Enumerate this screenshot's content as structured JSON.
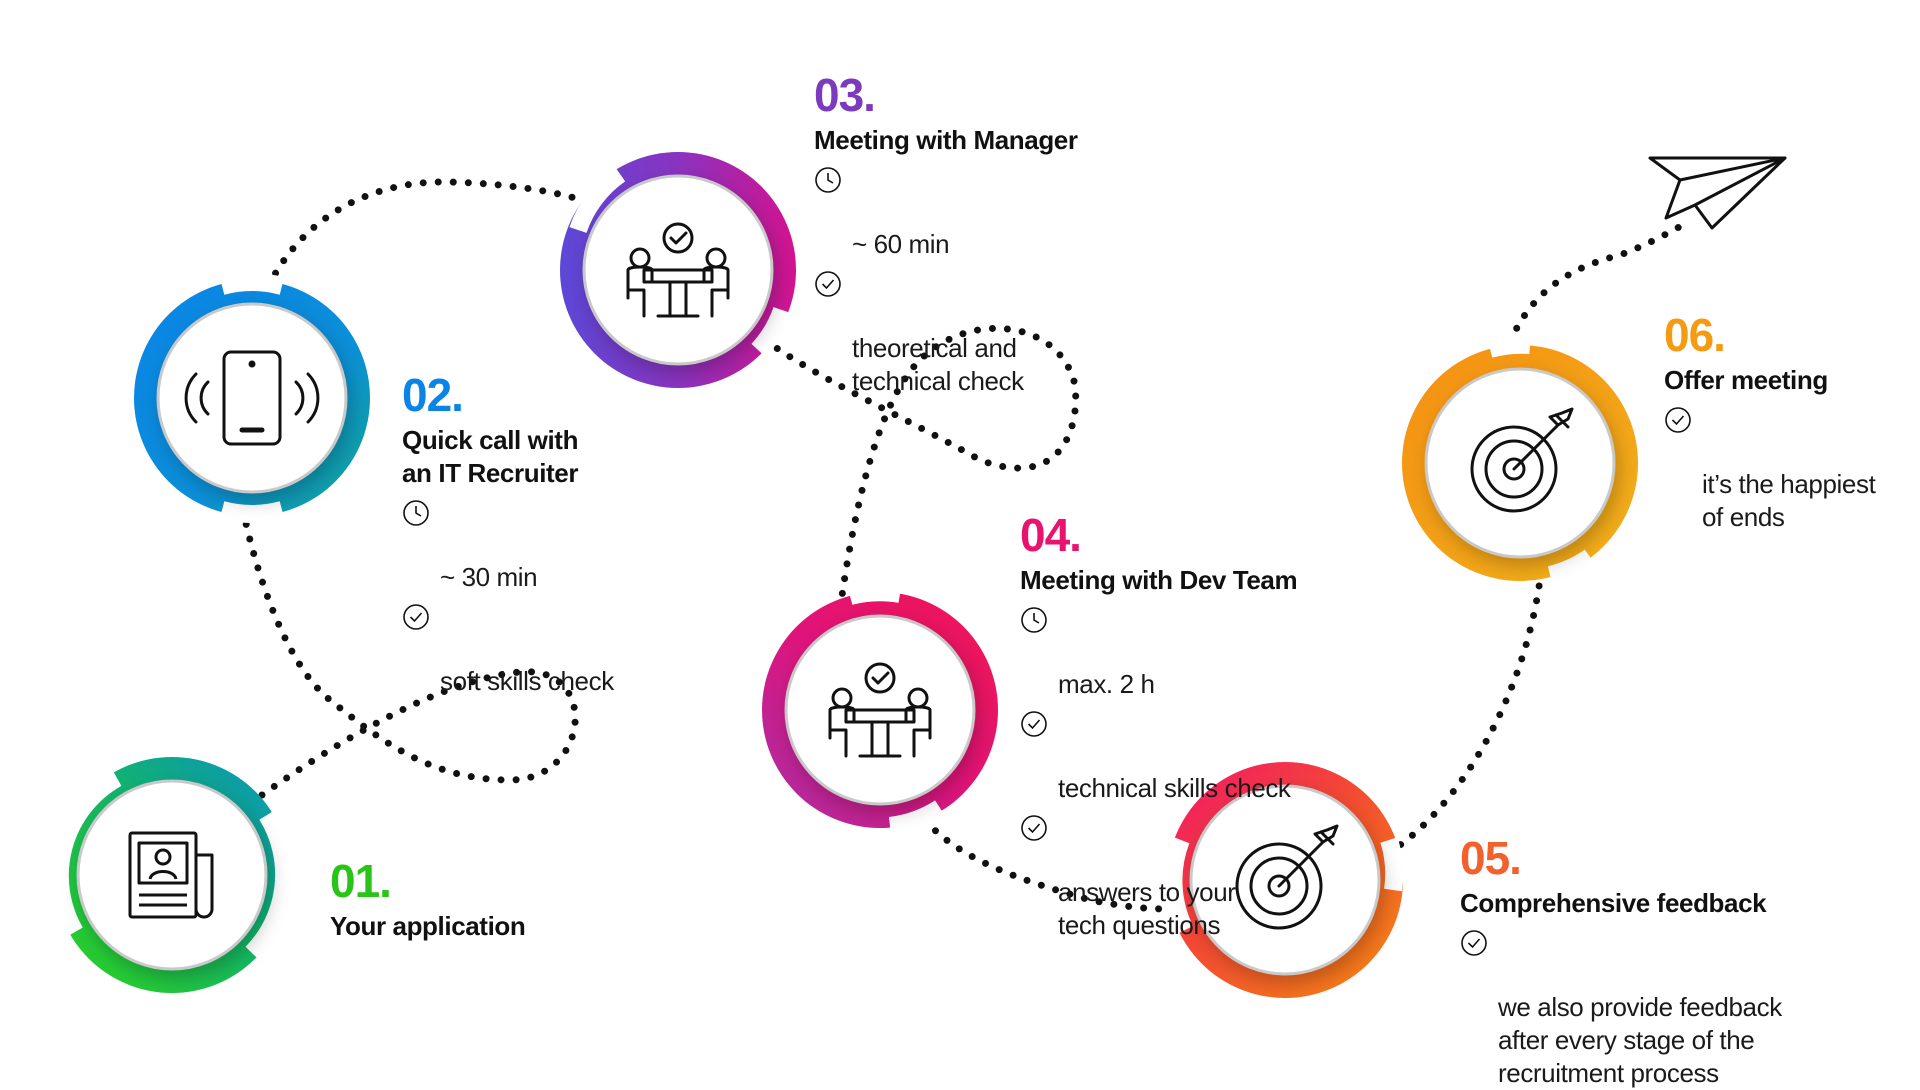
{
  "colors": {
    "step01": "#2ac419",
    "step02": "#0a84e6",
    "step03": "#7c3bbd",
    "step04": "#e8136f",
    "step05": "#f2612d",
    "step06": "#f59b12"
  },
  "steps": [
    {
      "number": "01.",
      "title": "Your application",
      "icon": "newspaper-icon",
      "details": []
    },
    {
      "number": "02.",
      "title": "Quick call with\nan IT Recruiter",
      "icon": "phone-ringing-icon",
      "details": [
        {
          "icon": "clock-icon",
          "text": "~ 30 min"
        },
        {
          "icon": "check-circle-icon",
          "text": "soft skills check"
        }
      ]
    },
    {
      "number": "03.",
      "title": "Meeting with Manager",
      "icon": "meeting-check-icon",
      "details": [
        {
          "icon": "clock-icon",
          "text": "~ 60 min"
        },
        {
          "icon": "check-circle-icon",
          "text": "theoretical and\ntechnical check"
        }
      ]
    },
    {
      "number": "04.",
      "title": "Meeting with Dev Team",
      "icon": "meeting-check-icon",
      "details": [
        {
          "icon": "clock-icon",
          "text": "max. 2 h"
        },
        {
          "icon": "check-circle-icon",
          "text": "technical skills check"
        },
        {
          "icon": "check-circle-icon",
          "text": "answers to your\ntech questions"
        }
      ]
    },
    {
      "number": "05.",
      "title": "Comprehensive feedback",
      "icon": "target-arrow-icon",
      "details": [
        {
          "icon": "check-circle-icon",
          "text": "we also provide feedback\nafter every stage of the\nrecruitment process"
        }
      ]
    },
    {
      "number": "06.",
      "title": "Offer meeting",
      "icon": "target-arrow-icon",
      "details": [
        {
          "icon": "check-circle-icon",
          "text": "it’s the happiest\nof ends"
        }
      ]
    }
  ],
  "end_icon": "paper-plane-icon"
}
